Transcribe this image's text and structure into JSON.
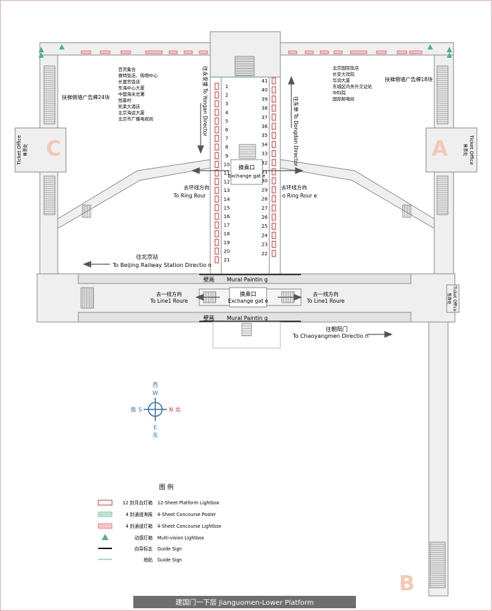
{
  "footer_title": "建国门一下层    Jianguomen-Lower Platform",
  "entrance_labels": {
    "a": "A",
    "b": "B",
    "c": "C"
  },
  "ticket_office_left": {
    "cn": "售票处",
    "en": "Ticket Office"
  },
  "ticket_office_right": {
    "cn": "售票处",
    "en": "Ticket Office"
  },
  "ticket_office_bottom": {
    "cn": "售票处",
    "en": "Ticket Office"
  },
  "escalator_left": "扶梯侧墙广告牌24块",
  "escalator_right": "扶梯侧墙广告牌18块",
  "west_list": [
    "百货集合",
    "赛特饭店、购物中心",
    "长富宫饭店",
    "东海中心大厦",
    "中国海关总署",
    "恒基村",
    "凯莱大酒店",
    "北京海运大厦",
    "北京市广播电视局"
  ],
  "east_list": [
    "北京国际饭店",
    "长安大戏院",
    "华润大厦",
    "东城区内务外交证处",
    "中科院",
    "国际邮电局"
  ],
  "direction_yongan": "往永安里 To Yongan Director",
  "direction_dongdan": "往东单 To Dongdan Director",
  "exchange_gate_top": {
    "cn": "换乘口",
    "en": "Exchange gat  e"
  },
  "exchange_gate_bottom": {
    "cn": "换乘口",
    "en": "Exchange gat  e"
  },
  "ring_left": {
    "cn": "去环线方向",
    "en": "To Ring Rour"
  },
  "ring_right": {
    "cn": "去环线方向",
    "en": "o Ring Rour   e"
  },
  "beijing_station": {
    "cn": "往北京站",
    "en": "To Beijing Railway Station Directio   n"
  },
  "chaoyangmen": {
    "cn": "往朝阳门",
    "en": "To Chaoyangmen Directio   n"
  },
  "mural_top": {
    "cn": "壁画",
    "en": "Mural Paintin  g"
  },
  "mural_bottom": {
    "cn": "壁画",
    "en": "Mural Paintin  g"
  },
  "line1_left": {
    "cn": "去一线方向",
    "en": "To Line1 Roure"
  },
  "line1_right": {
    "cn": "去一线方向",
    "en": "To Line1 Roure"
  },
  "compass": {
    "west": "西",
    "w": "W",
    "south": "南",
    "s": "S",
    "north": "北",
    "n": "N",
    "east": "东",
    "e": "E"
  },
  "platform_left_numbers": [
    "1",
    "2",
    "3",
    "4",
    "5",
    "6",
    "7",
    "8",
    "9",
    "10",
    "11",
    "12",
    "13",
    "14",
    "15",
    "16",
    "17",
    "18",
    "19",
    "20",
    "21"
  ],
  "platform_right_numbers": [
    "41",
    "40",
    "39",
    "38",
    "37",
    "36",
    "35",
    "34",
    "33",
    "32",
    "31",
    "30",
    "29",
    "28",
    "27",
    "26",
    "25",
    "24",
    "23",
    "22"
  ],
  "legend": {
    "title": "图    例",
    "items": [
      {
        "cn": "12 封月台灯箱",
        "en": "12-Sheet Platform Lightbox"
      },
      {
        "cn": "4 封通道海报",
        "en": "4-Sheet  Concourse Poster"
      },
      {
        "cn": "4 封通道灯箱",
        "en": "4-Sheet  Concourse Lightbox"
      },
      {
        "cn": "动感灯箱",
        "en": "Multi-vision Lightbox"
      },
      {
        "cn": "向导标志",
        "en": "Guide Sign"
      },
      {
        "cn": "地贴",
        "en": "Guide Sign"
      }
    ]
  },
  "colors": {
    "structure": "#efefef",
    "outline": "#8a8a8a",
    "lightbox": "#d9303a",
    "letter": "#f2c9b4",
    "compass": "#2f6fb5",
    "compass_north": "#d03030",
    "poster": "#4fb08a",
    "footer_bg": "#6e6e6e",
    "floor_line": "#8fc7d8"
  }
}
